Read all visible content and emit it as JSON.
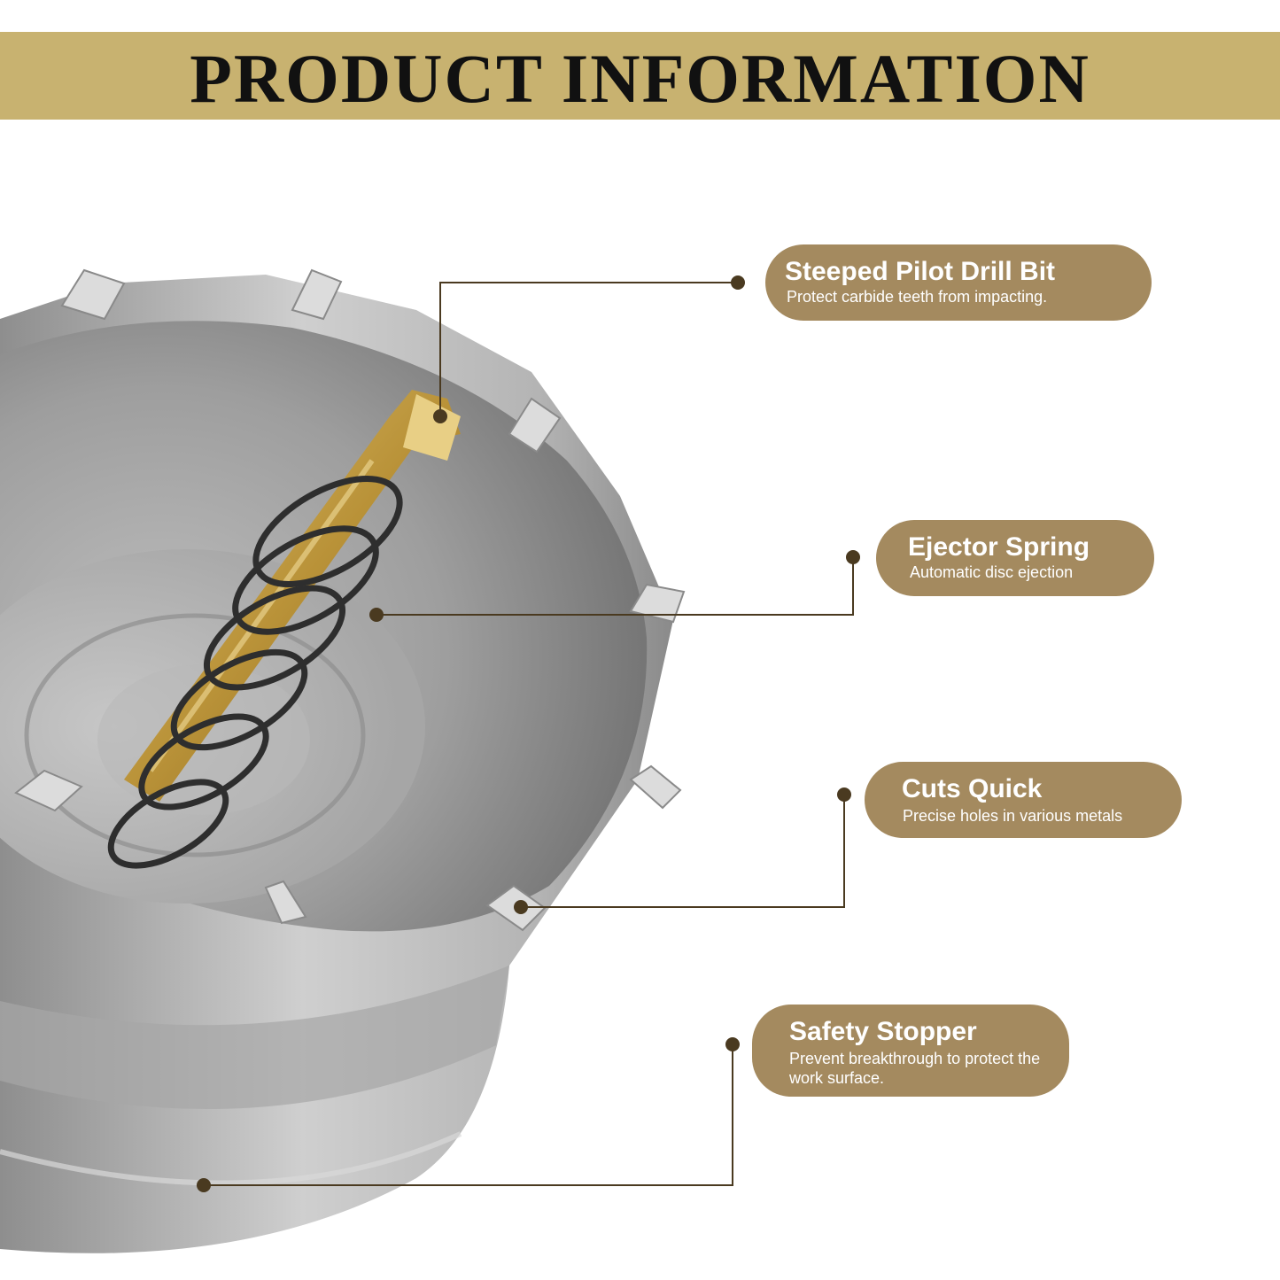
{
  "banner": {
    "title": "PRODUCT INFORMATION"
  },
  "features": [
    {
      "title": "Steeped Pilot Drill Bit",
      "description": "Protect carbide teeth from impacting."
    },
    {
      "title": "Ejector Spring",
      "description": "Automatic disc ejection"
    },
    {
      "title": "Cuts Quick",
      "description": "Precise holes in various metals"
    },
    {
      "title": "Safety Stopper",
      "description": "Prevent breakthrough to protect the work surface."
    }
  ],
  "colors": {
    "banner": "#c8b270",
    "pill": "#a48a5f",
    "leader_line": "#4a3a20",
    "drill_gold": "#c6a44e",
    "steel": "#9a9a9a"
  }
}
